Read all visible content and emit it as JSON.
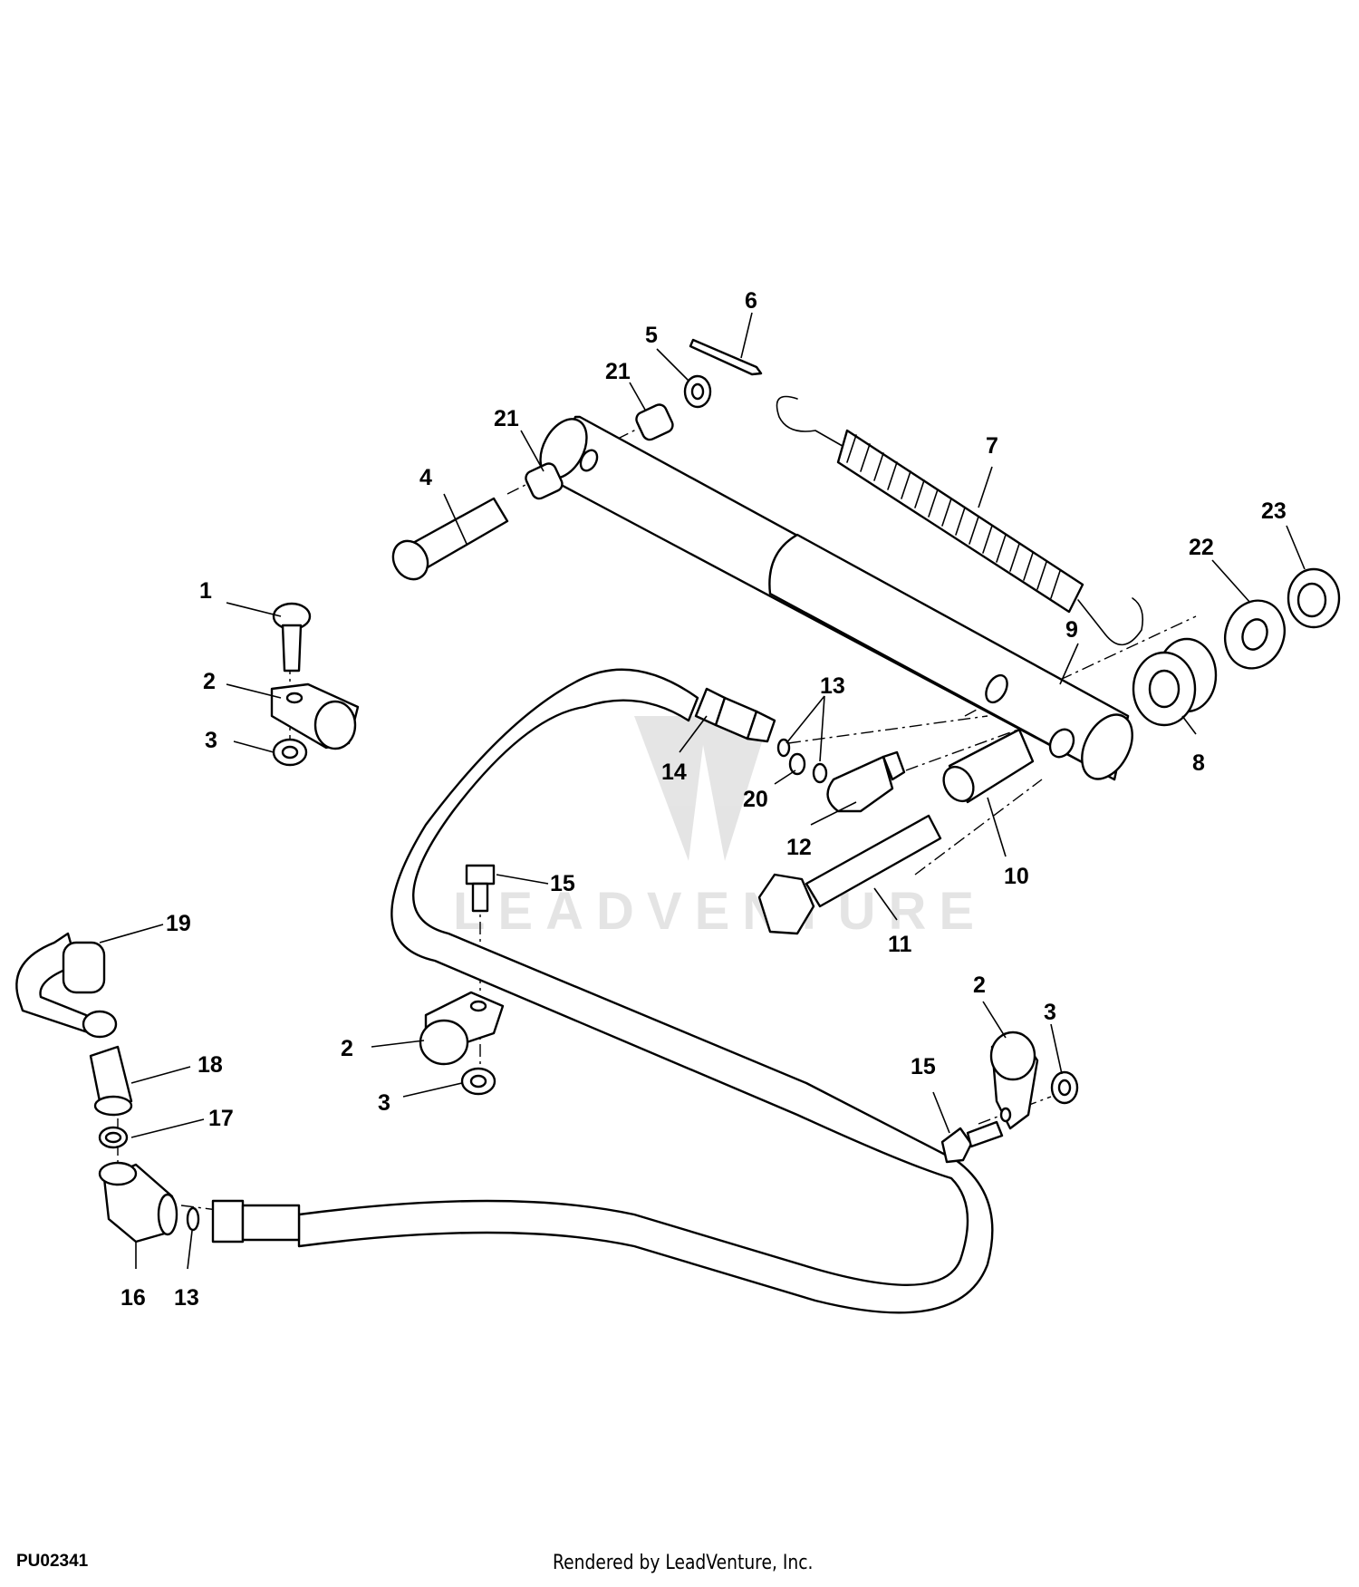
{
  "figure_id": "PU02341",
  "credit": "Rendered by LeadVenture, Inc.",
  "watermark": {
    "text": "LEADVENTURE",
    "color": "#000000"
  },
  "callouts": {
    "c1": "1",
    "c2a": "2",
    "c2b": "2",
    "c2c": "2",
    "c3a": "3",
    "c3b": "3",
    "c3c": "3",
    "c4": "4",
    "c5": "5",
    "c6": "6",
    "c7": "7",
    "c8": "8",
    "c9": "9",
    "c10": "10",
    "c11": "11",
    "c12": "12",
    "c13a": "13",
    "c13b": "13",
    "c14": "14",
    "c15a": "15",
    "c15b": "15",
    "c16": "16",
    "c17": "17",
    "c18": "18",
    "c19": "19",
    "c20": "20",
    "c21a": "21",
    "c21b": "21",
    "c22": "22",
    "c23": "23"
  }
}
